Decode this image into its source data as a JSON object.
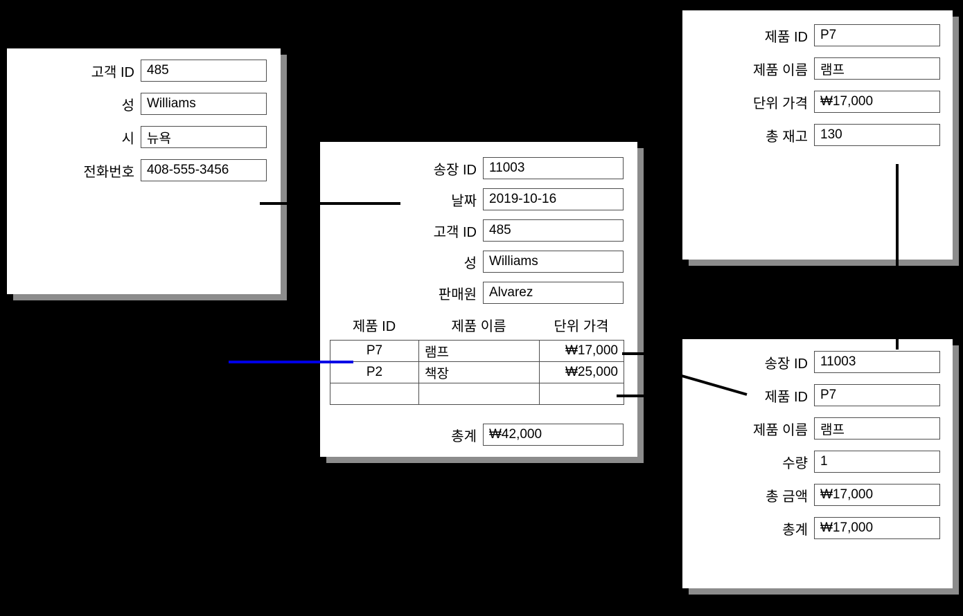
{
  "customer_form": {
    "fields": [
      {
        "label": "고객 ID",
        "value": "485"
      },
      {
        "label": "성",
        "value": "Williams"
      },
      {
        "label": "시",
        "value": "뉴욕"
      },
      {
        "label": "전화번호",
        "value": "408-555-3456"
      }
    ]
  },
  "invoice_form": {
    "fields": [
      {
        "label": "송장 ID",
        "value": "11003"
      },
      {
        "label": "날짜",
        "value": "2019-10-16"
      },
      {
        "label": "고객 ID",
        "value": "485"
      },
      {
        "label": "성",
        "value": "Williams"
      },
      {
        "label": "판매원",
        "value": "Alvarez"
      }
    ],
    "table": {
      "headers": [
        "제품 ID",
        "제품 이름",
        "단위 가격"
      ],
      "rows": [
        [
          "P7",
          "램프",
          "₩17,000"
        ],
        [
          "P2",
          "책장",
          "₩25,000"
        ],
        [
          "",
          "",
          ""
        ]
      ]
    },
    "total_label": "총계",
    "total_value": "₩42,000"
  },
  "product_form": {
    "fields": [
      {
        "label": "제품 ID",
        "value": "P7"
      },
      {
        "label": "제품 이름",
        "value": "램프"
      },
      {
        "label": "단위 가격",
        "value": "₩17,000"
      },
      {
        "label": "총 재고",
        "value": "130"
      }
    ]
  },
  "line_item_form": {
    "fields": [
      {
        "label": "송장 ID",
        "value": "11003"
      },
      {
        "label": "제품 ID",
        "value": "P7"
      },
      {
        "label": "제품 이름",
        "value": "램프"
      },
      {
        "label": "수량",
        "value": "1"
      },
      {
        "label": "총 금액",
        "value": "₩17,000"
      },
      {
        "label": "총계",
        "value": "₩17,000"
      }
    ]
  },
  "colors": {
    "background": "#000000",
    "panel": "#ffffff",
    "shadow": "#8c8c8c",
    "field_border": "#4d4d4d",
    "connector_black": "#000000",
    "connector_blue": "#0000e6"
  }
}
